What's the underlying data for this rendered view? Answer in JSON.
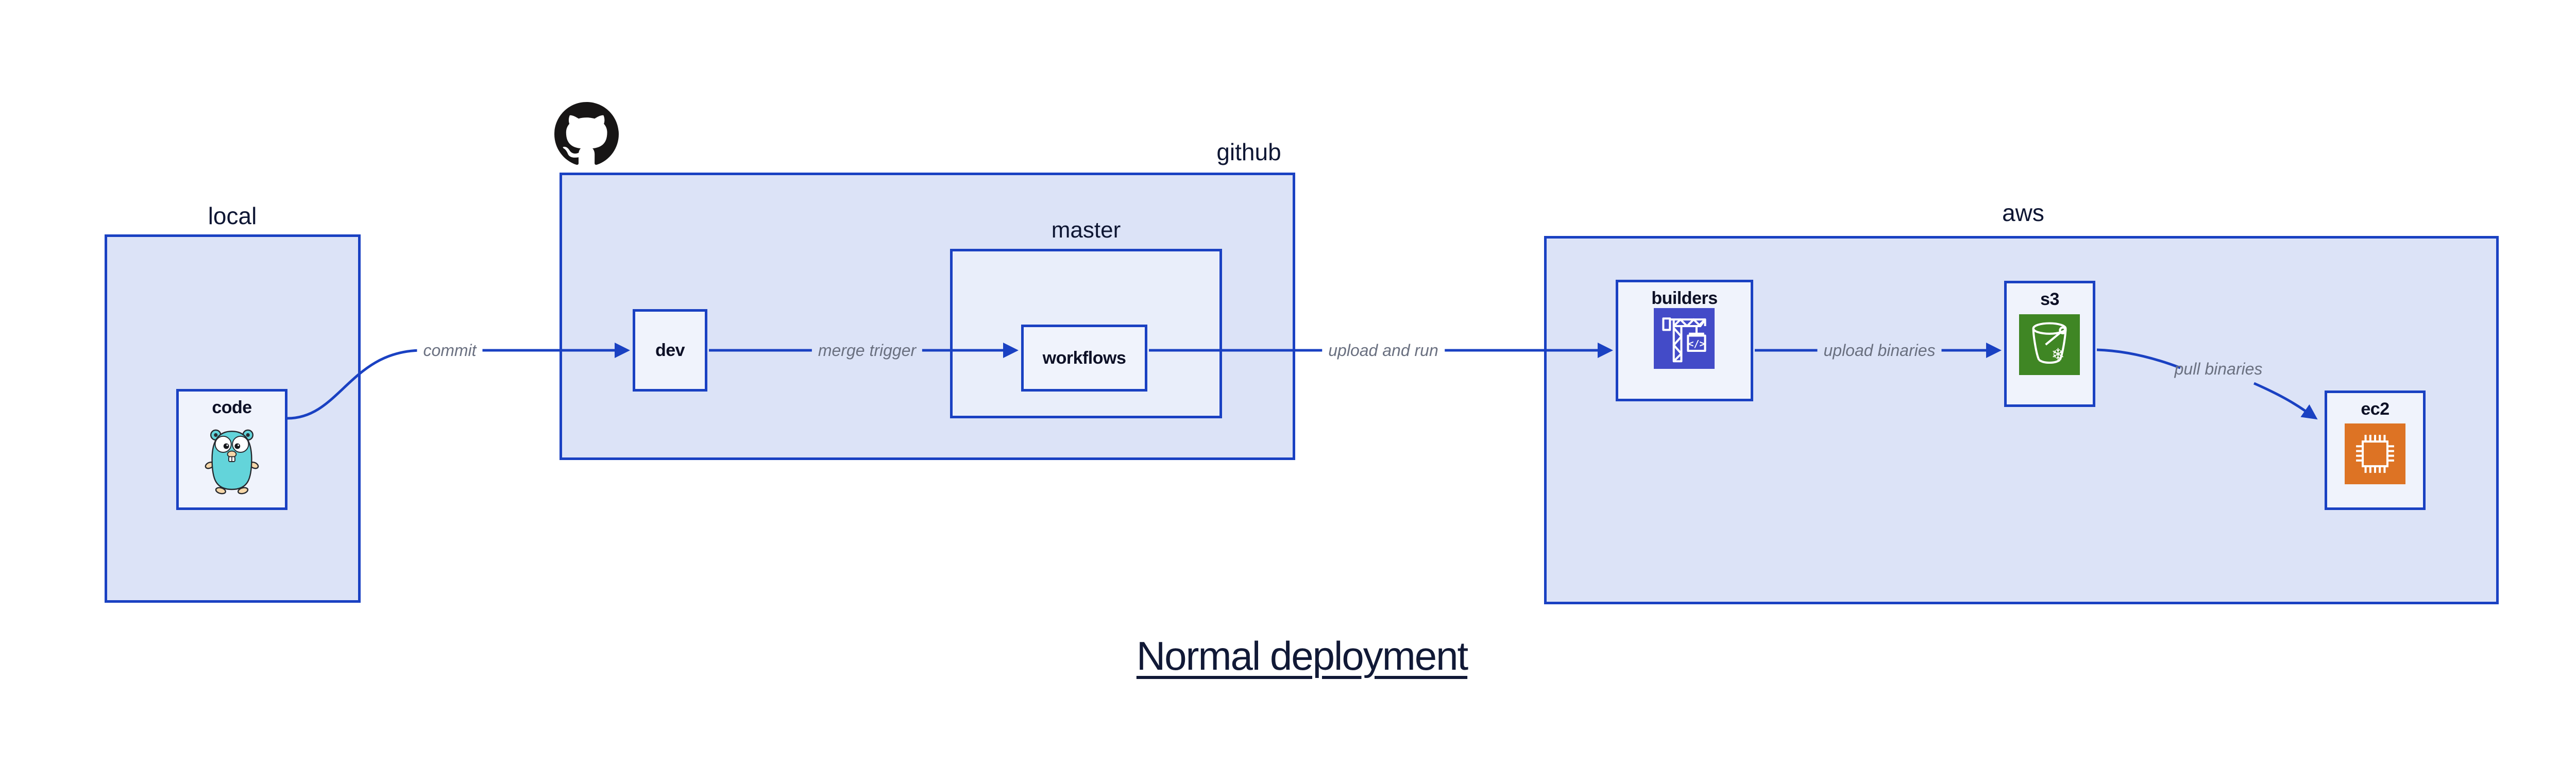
{
  "title": "Normal deployment",
  "groups": {
    "local": {
      "label": "local"
    },
    "github": {
      "label": "github"
    },
    "master": {
      "label": "master"
    },
    "aws": {
      "label": "aws"
    }
  },
  "nodes": {
    "code": {
      "label": "code",
      "icon": "go-gopher-icon",
      "icon_color": "#63d4da"
    },
    "dev": {
      "label": "dev"
    },
    "workflows": {
      "label": "workflows"
    },
    "builders": {
      "label": "builders",
      "icon": "aws-codebuild-crane-icon",
      "icon_color": "#434bc8",
      "icon_glyph": "</>"
    },
    "s3": {
      "label": "s3",
      "icon": "aws-s3-bucket-snowflake-icon",
      "icon_color": "#3f8624",
      "icon_glyph": "❄"
    },
    "ec2": {
      "label": "ec2",
      "icon": "aws-ec2-chip-icon",
      "icon_color": "#dd7324"
    }
  },
  "edges": {
    "commit": {
      "label": "commit"
    },
    "merge_trigger": {
      "label": "merge trigger"
    },
    "upload_and_run": {
      "label": "upload and run"
    },
    "upload_binaries": {
      "label": "upload binaries"
    },
    "pull_binaries": {
      "label": "pull binaries"
    }
  },
  "logo": {
    "name": "github-octocat-icon",
    "color": "#171515"
  },
  "colors": {
    "stroke_blue": "#1a41c2",
    "group_fill": "#dce3f7",
    "mid_fill": "#e9eefa",
    "node_fill": "#f0f3fc",
    "edge_label_gray": "#6a7080",
    "text_navy": "#0e1633"
  }
}
